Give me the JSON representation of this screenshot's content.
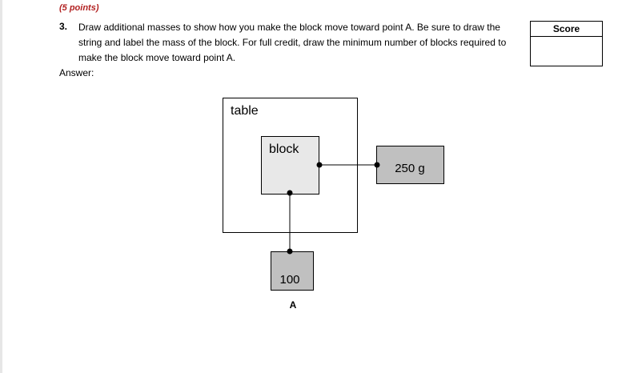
{
  "header": {
    "points": "(5 points)"
  },
  "question": {
    "number": "3.",
    "text": "Draw additional masses to show how you make the block move toward point A. Be sure to draw the string and label the mass of the block. For full credit, draw the minimum number of blocks required to make the block move toward point A."
  },
  "score": {
    "label": "Score",
    "value": ""
  },
  "answer": {
    "label": "Answer:"
  },
  "diagram": {
    "table_label": "table",
    "block_label": "block",
    "right_mass_label": "250 g",
    "bottom_mass_label": "100",
    "point_label": "A"
  },
  "colors": {
    "points_red": "#b22222",
    "block_fill": "#e8e8e8",
    "mass_fill": "#c0c0c0"
  }
}
